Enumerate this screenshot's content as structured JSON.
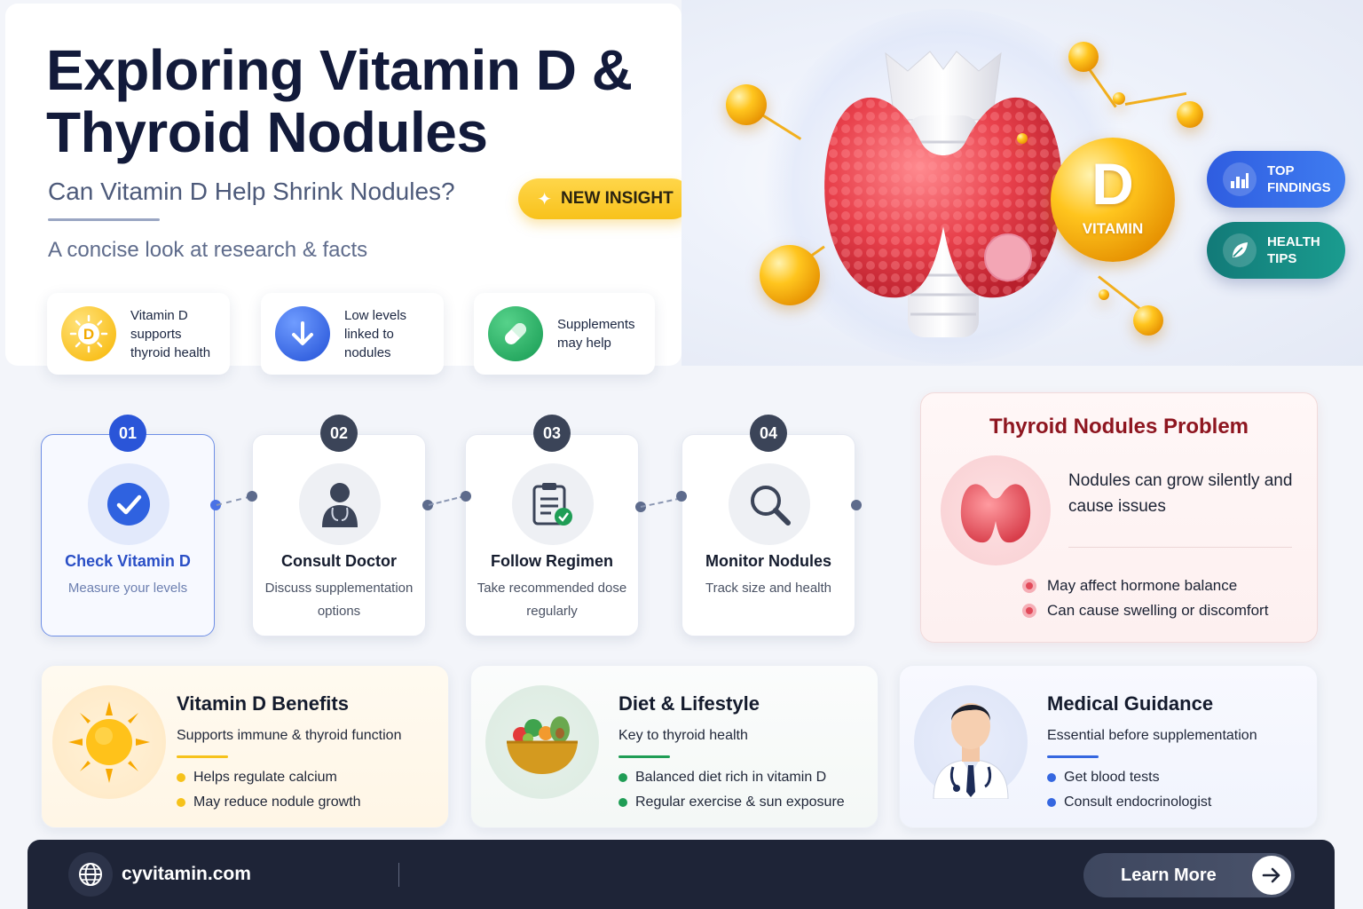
{
  "hero": {
    "title": "Exploring Vitamin D & Thyroid Nodules",
    "subtitle": "Can Vitamin D Help Shrink Nodules?",
    "tagline": "A concise look at research & facts",
    "insight_label": "NEW INSIGHT",
    "vitamin_letter": "D",
    "vitamin_word": "VITAMIN"
  },
  "facts": [
    {
      "line1": "Vitamin D",
      "line2": "supports",
      "line3": "thyroid health",
      "icon": "sun-d-icon"
    },
    {
      "line1": "Low levels",
      "line2": "linked to",
      "line3": "nodules",
      "icon": "arrow-down-icon"
    },
    {
      "line1": "Supplements",
      "line2": "may help",
      "icon": "pill-icon"
    }
  ],
  "side_pills": [
    {
      "line1": "TOP",
      "line2": "FINDINGS",
      "icon": "bar-chart-icon",
      "color": "#2f5de0"
    },
    {
      "line1": "HEALTH",
      "line2": "TIPS",
      "icon": "leaf-icon",
      "color": "#127a78"
    }
  ],
  "steps": [
    {
      "num": "01",
      "title": "Check Vitamin D",
      "desc": "Measure your levels",
      "icon": "check-icon"
    },
    {
      "num": "02",
      "title": "Consult Doctor",
      "desc": "Discuss supplementation options",
      "icon": "doctor-icon"
    },
    {
      "num": "03",
      "title": "Follow Regimen",
      "desc": "Take recommended dose regularly",
      "icon": "clipboard-icon"
    },
    {
      "num": "04",
      "title": "Monitor Nodules",
      "desc": "Track size and health",
      "icon": "magnifier-icon"
    }
  ],
  "problem": {
    "title": "Thyroid Nodules Problem",
    "lead": "Nodules can grow silently and cause issues",
    "bullets": [
      "May affect hormone balance",
      "Can cause swelling or discomfort"
    ]
  },
  "cards": [
    {
      "title": "Vitamin D Benefits",
      "subtitle": "Supports immune & thyroid function",
      "bullets": [
        "Helps regulate calcium",
        "May reduce nodule growth"
      ],
      "accent": "#f6c21b",
      "icon": "sun-icon"
    },
    {
      "title": "Diet & Lifestyle",
      "subtitle": "Key to thyroid health",
      "bullets": [
        "Balanced diet rich in vitamin D",
        "Regular exercise & sun exposure"
      ],
      "accent": "#1f9d55",
      "icon": "salad-bowl-icon"
    },
    {
      "title": "Medical Guidance",
      "subtitle": "Essential before supplementation",
      "bullets": [
        "Get blood tests",
        "Consult endocrinologist"
      ],
      "accent": "#3567e0",
      "icon": "doctor-avatar-icon"
    }
  ],
  "footer": {
    "site": "cyvitamin.com",
    "cta": "Learn More"
  },
  "colors": {
    "navy": "#121a3a",
    "yellow": "#f8c21c",
    "blue": "#2a55d8",
    "red": "#8e1620",
    "footer": "#1e2437"
  }
}
